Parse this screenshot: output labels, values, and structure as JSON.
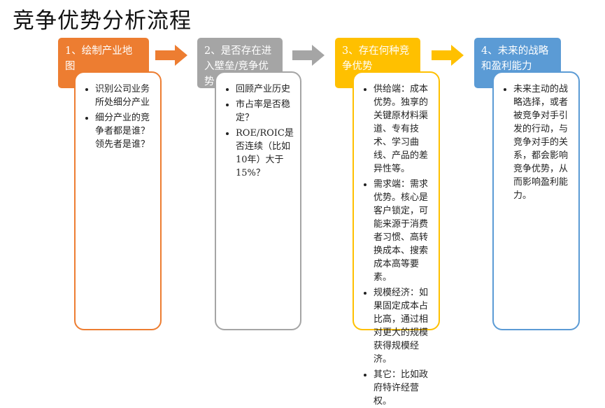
{
  "title": "竞争优势分析流程",
  "steps": [
    {
      "header": "1、绘制产业地图",
      "color": "#ED7D31",
      "bullets": [
        "识别公司业务所处细分产业",
        "细分产业的竞争者都是谁？领先者是谁？"
      ]
    },
    {
      "header": "2、是否存在进入壁垒/竞争优势",
      "color": "#A5A5A5",
      "bullets": [
        "回顾产业历史",
        "市占率是否稳定？",
        "ROE/ROIC是否连续（比如10年）大于15%？"
      ]
    },
    {
      "header": "3、存在何种竞争优势",
      "color": "#FFC000",
      "bullets": [
        "供给端：成本优势。独享的关键原材料渠道、专有技术、学习曲线、产品的差异性等。",
        "需求端：需求优势。核心是客户锁定，可能来源于消费者习惯、高转换成本、搜索成本高等要素。",
        "规模经济：如果固定成本占比高，通过相对更大的规模获得规模经济。",
        "其它：比如政府特许经营权。"
      ]
    },
    {
      "header": "4、未来的战略和盈利能力",
      "color": "#5B9BD5",
      "bullets": [
        "未来主动的战略选择，或者被竞争对手引发的行动，与竞争对手的关系，都会影响竞争优势，从而影响盈利能力。"
      ]
    }
  ],
  "arrow_colors": [
    "#ED7D31",
    "#A5A5A5",
    "#FFC000"
  ]
}
